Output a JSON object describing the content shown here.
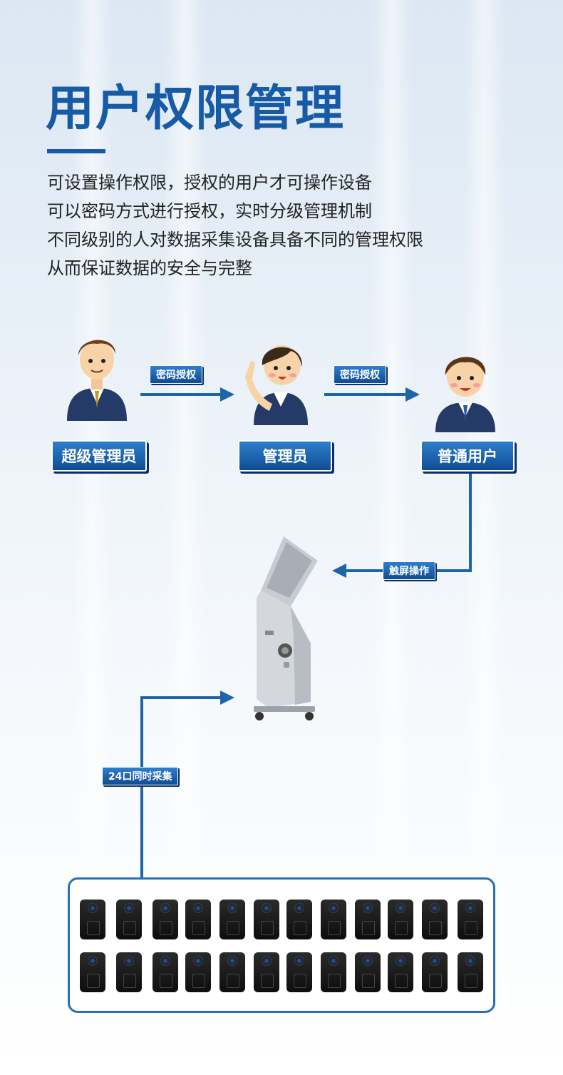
{
  "title": "用户权限管理",
  "description": [
    "可设置操作权限，授权的用户才可操作设备",
    "可以密码方式进行授权，实时分级管理机制",
    "不同级别的人对数据采集设备具备不同的管理权限",
    "从而保证数据的安全与完整"
  ],
  "roles": {
    "super_admin": "超级管理员",
    "admin": "管理员",
    "user": "普通用户"
  },
  "arrows": {
    "auth1": "密码授权",
    "auth2": "密码授权",
    "touch": "触屏操作",
    "collect": "24口同时采集"
  },
  "colors": {
    "primary": "#175aa6",
    "badge_top": "#2f7fcc",
    "badge_bottom": "#0f4c94",
    "line": "#1e64a8"
  }
}
